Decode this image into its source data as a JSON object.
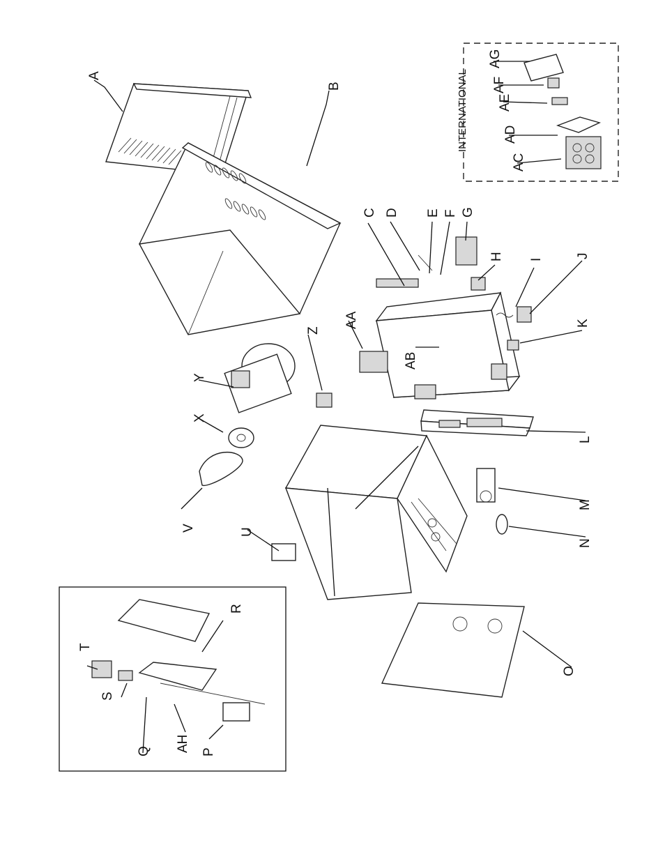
{
  "diagram": {
    "inset_title": "INTERNATIONAL",
    "labels": {
      "A": "A",
      "B": "B",
      "C": "C",
      "D": "D",
      "E": "E",
      "F": "F",
      "G": "G",
      "H": "H",
      "I": "I",
      "J": "J",
      "K": "K",
      "L": "L",
      "M": "M",
      "N": "N",
      "O": "O",
      "P": "P",
      "Q": "Q",
      "R": "R",
      "S": "S",
      "T": "T",
      "U": "U",
      "V": "V",
      "X": "X",
      "Y": "Y",
      "Z": "Z",
      "AA": "AA",
      "AB": "AB",
      "AC": "AC",
      "AD": "AD",
      "AE": "AE",
      "AF": "AF",
      "AG": "AG",
      "AH": "AH"
    }
  }
}
